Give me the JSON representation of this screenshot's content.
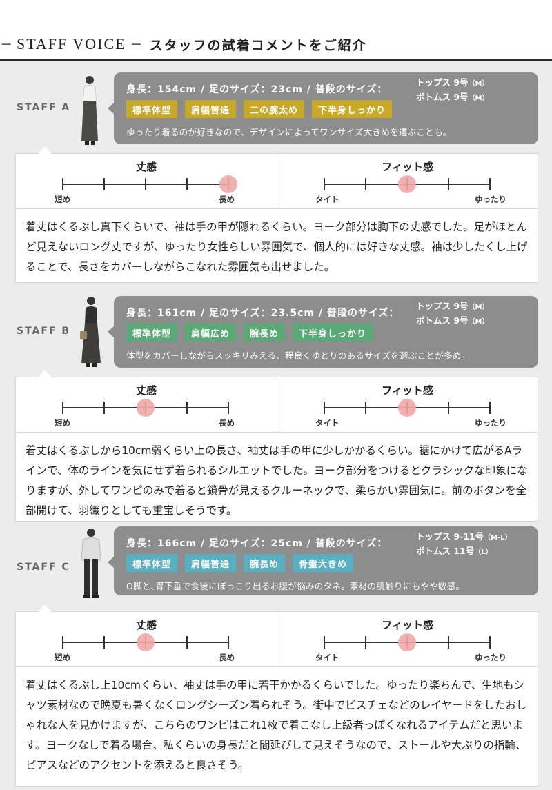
{
  "header": {
    "dash_left": "－",
    "en_title": "STAFF VOICE",
    "dash_right": "－",
    "jp_title": "スタッフの試着コメントをご紹介"
  },
  "colors": {
    "bubble_bg": "#8d8d8d",
    "tag_a": "#c9a92a",
    "tag_b": "#5aaa78",
    "tag_c": "#5ab0c3",
    "scale_marker": "#f0a9a9"
  },
  "staff": [
    {
      "label": "STAFF A",
      "stats": "身長：154cm / 足のサイズ：23cm / 普段のサイズ：",
      "tops": "トップス 9号",
      "tops_size": "（M）",
      "bottoms": "ボトムス 9号",
      "bottoms_size": "（M）",
      "tags": [
        "標準体型",
        "肩幅普通",
        "二の腕太め",
        "下半身しっかり"
      ],
      "tag_color": "#c9a92a",
      "note": "ゆったり着るのが好きなので、デザインによってワンサイズ大きめを選ぶことも。",
      "length": {
        "title": "丈感",
        "low": "短め",
        "high": "長め",
        "value": 4
      },
      "fit": {
        "title": "フィット感",
        "low": "タイト",
        "high": "ゆったり",
        "value": 2
      },
      "comment": "着丈はくるぶし真下くらいで、袖は手の甲が隠れるくらい。ヨーク部分は胸下の丈感でした。足がほとんど見えないロング丈ですが、ゆったり女性らしい雰囲気で、個人的には好きな丈感。袖は少したくし上げることで、長さをカバーしながらこなれた雰囲気も出せました。"
    },
    {
      "label": "STAFF B",
      "stats": "身長：161cm / 足のサイズ：23.5cm / 普段のサイズ：",
      "tops": "トップス 9号",
      "tops_size": "（M）",
      "bottoms": "ボトムス 9号",
      "bottoms_size": "（M）",
      "tags": [
        "標準体型",
        "肩幅広め",
        "腕長め",
        "下半身しっかり"
      ],
      "tag_color": "#5aaa78",
      "note": "体型をカバーしながらスッキリみえる、程良くゆとりのあるサイズを選ぶことが多め。",
      "length": {
        "title": "丈感",
        "low": "短め",
        "high": "長め",
        "value": 2
      },
      "fit": {
        "title": "フィット感",
        "low": "タイト",
        "high": "ゆったり",
        "value": 2
      },
      "comment": "着丈はくるぶしから10cm弱くらい上の長さ、袖丈は手の甲に少しかかるくらい。裾にかけて広がるAラインで、体のラインを気にせず着られるシルエットでした。ヨーク部分をつけるとクラシックな印象になりますが、外してワンピのみで着ると鎖骨が見えるクルーネックで、柔らかい雰囲気に。前のボタンを全部開けて、羽織りとしても重宝しそうです。"
    },
    {
      "label": "STAFF C",
      "stats": "身長：166cm / 足のサイズ：25cm / 普段のサイズ：",
      "tops": "トップス 9-11号",
      "tops_size": "（M-L）",
      "bottoms": "ボトムス 11号",
      "bottoms_size": "（L）",
      "tags": [
        "標準体型",
        "肩幅普通",
        "腕長め",
        "骨盤大きめ"
      ],
      "tag_color": "#5ab0c3",
      "note": "O脚と､胃下垂で食後にぽっこり出るお腹が悩みのタネ。素材の肌触りにもやや敏感。",
      "length": {
        "title": "丈感",
        "low": "短め",
        "high": "長め",
        "value": 2
      },
      "fit": {
        "title": "フィット感",
        "low": "タイト",
        "high": "ゆったり",
        "value": 2
      },
      "comment": "着丈はくるぶし上10cmくらい、袖丈は手の甲に若干かかるくらいでした。ゆったり楽ちんで、生地もシャツ素材なので晩夏も暑くなくロングシーズン着られそう。街中でビスチェなどのレイヤードをしたおしゃれな人を見かけますが、こちらのワンピはこれ1枚で着こなし上級者っぽくなれるアイテムだと思います。ヨークなしで着る場合、私くらいの身長だと間延びして見えそうなので、ストールや大ぶりの指輪、ピアスなどのアクセントを添えると良さそう。"
    }
  ]
}
